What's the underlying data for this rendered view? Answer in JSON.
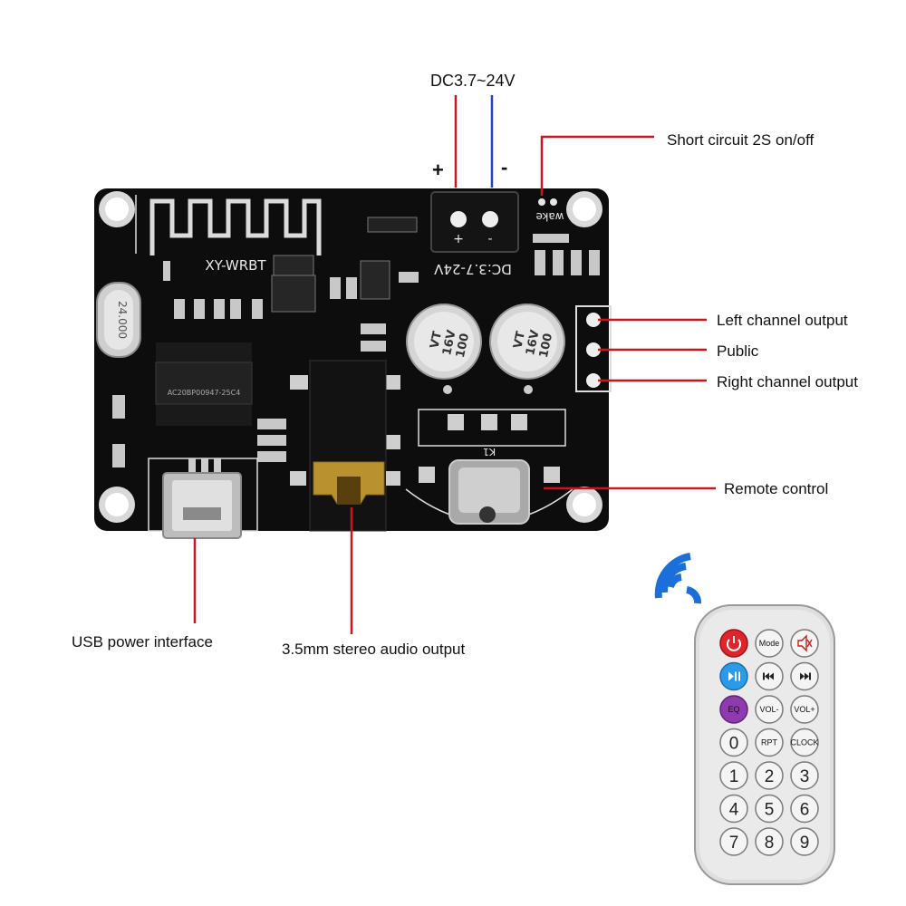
{
  "supply": {
    "label": "DC3.7~24V",
    "plus": "+",
    "minus": "-"
  },
  "callouts": {
    "wake": "Short circuit 2S on/off",
    "left_out": "Left channel output",
    "public": "Public",
    "right_out": "Right channel output",
    "remote": "Remote control",
    "usb": "USB power interface",
    "audio": "3.5mm stereo audio output"
  },
  "board": {
    "model": "XY-WRBT",
    "dc_marking": "DC:3.7-24V",
    "wake_marking": "wake",
    "crystal": "24.000",
    "chip_marking": "AC20BP00947-25C4",
    "cap_value": "100",
    "cap_voltage": "16V",
    "cap_series": "VT",
    "k1": "K1",
    "dc_plus": "+",
    "dc_minus": "-"
  },
  "remote": {
    "row1": [
      "power-icon",
      "Mode",
      "mute-icon"
    ],
    "row2": [
      "play-pause-icon",
      "prev-icon",
      "next-icon"
    ],
    "row3": [
      "EQ",
      "VOL-",
      "VOL+"
    ],
    "row4": [
      "0",
      "RPT",
      "CLOCK"
    ],
    "row5": [
      "1",
      "2",
      "3"
    ],
    "row6": [
      "4",
      "5",
      "6"
    ],
    "row7": [
      "7",
      "8",
      "9"
    ],
    "colors": {
      "power": "#e0252a",
      "play": "#2a9be8",
      "eq": "#8e3bb0"
    }
  },
  "colors": {
    "wire_red": "#d0121b",
    "wire_blue": "#1e46c8",
    "signal_blue": "#1a6fd8",
    "pcb": "#0d0d0d"
  }
}
